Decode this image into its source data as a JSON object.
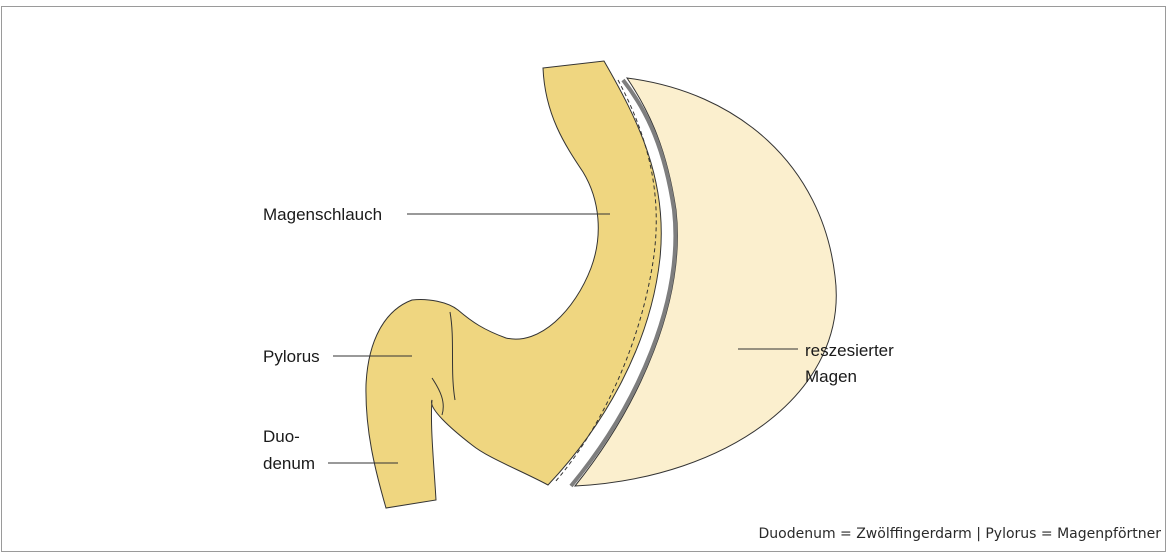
{
  "labels": {
    "magenschlauch": "Magenschlauch",
    "pylorus": "Pylorus",
    "duodenum_line1": "Duo-",
    "duodenum_line2": "denum",
    "resected_line1": "reszesierter",
    "resected_line2": "Magen"
  },
  "caption": "Duodenum = Zwölffingerdarm  |  Pylorus = Magenpförtner",
  "colors": {
    "sleeve_fill": "#efd680",
    "resected_fill": "#fbefce",
    "resected_edge": "#7e7e7e",
    "leader_line": "#333333"
  }
}
